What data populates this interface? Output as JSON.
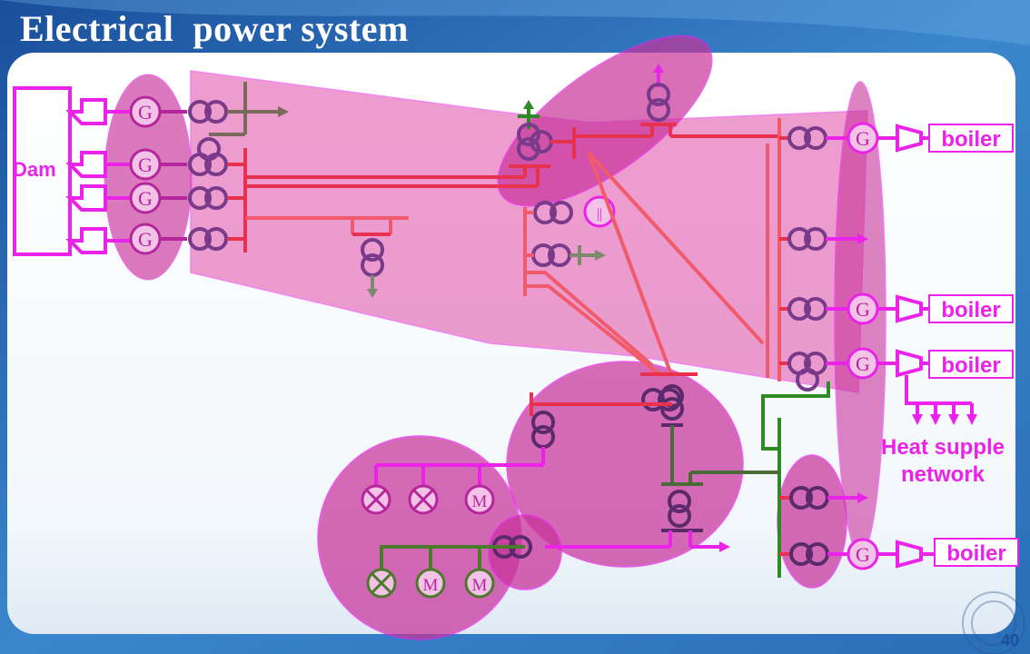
{
  "title": "Electrical  power system",
  "labels": {
    "dam": "Dam",
    "boilers": [
      "boiler",
      "boiler",
      "boiler",
      "boiler"
    ],
    "heat_supply_line1": "Heat supple",
    "heat_supply_line2": "network",
    "page_number": "40"
  },
  "symbols": {
    "generator": "G",
    "motor": "M"
  },
  "colors": {
    "background_blue": "#2a6fb8",
    "magenta": "#ea22ea",
    "region_fill": "#d94fb5",
    "busbar_red": "#e8324d",
    "green_line": "#2e8b24"
  }
}
